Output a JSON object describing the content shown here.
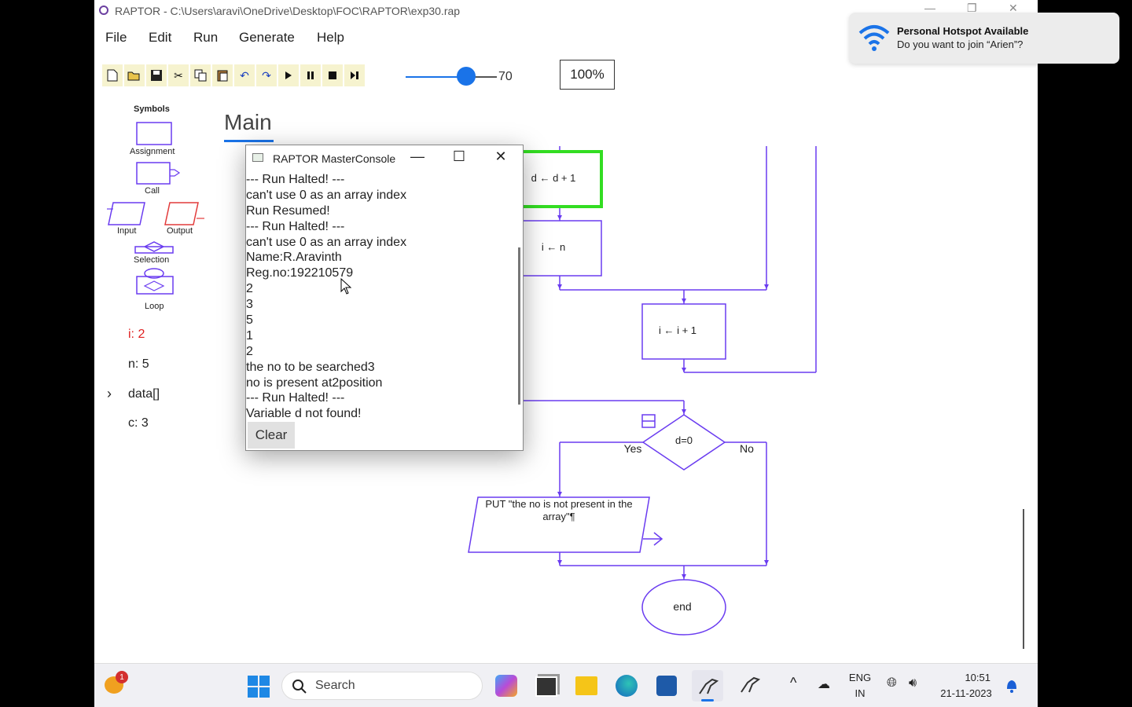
{
  "window": {
    "title": "RAPTOR - C:\\Users\\aravi\\OneDrive\\Desktop\\FOC\\RAPTOR\\exp30.rap",
    "min": "—",
    "restore": "❐",
    "close": "✕"
  },
  "menu": [
    "File",
    "Edit",
    "Run",
    "Generate",
    "Help"
  ],
  "toolbar": {
    "speed_value": "70",
    "speed_fraction": 0.7,
    "zoom": "100%"
  },
  "palette": {
    "title": "Symbols",
    "assignment": "Assignment",
    "call": "Call",
    "input": "Input",
    "output": "Output",
    "selection": "Selection",
    "loop": "Loop"
  },
  "variables": {
    "i": "i: 2",
    "n": "n: 5",
    "data": "data[]",
    "expand": "›",
    "c": "c: 3"
  },
  "main_tab": "Main",
  "flowchart": {
    "assign1": "d ← d + 1",
    "assign2": "i ← n",
    "assign3": "i ← i + 1",
    "decision": "d=0",
    "yes": "Yes",
    "no": "No",
    "output": "PUT \"the no is not present in the array\"¶",
    "end": "end"
  },
  "console": {
    "title": "RAPTOR MasterConsole",
    "lines": [
      "--- Run Halted! ---",
      "can't use 0 as an array index",
      "Run Resumed!",
      "--- Run Halted! ---",
      "can't use 0 as an array index",
      "Name:R.Aravinth",
      "Reg.no:192210579",
      "2",
      "3",
      "5",
      "1",
      "2",
      "the no to be searched3",
      "no is present at2position",
      "--- Run Halted! ---",
      "Variable d not found!"
    ],
    "clear": "Clear"
  },
  "notification": {
    "title": "Personal Hotspot Available",
    "body": "Do you want to join “Arien”?"
  },
  "taskbar": {
    "badge": "1",
    "search": "Search",
    "lang1": "ENG",
    "lang2": "IN",
    "time": "10:51",
    "date": "21-11-2023"
  }
}
